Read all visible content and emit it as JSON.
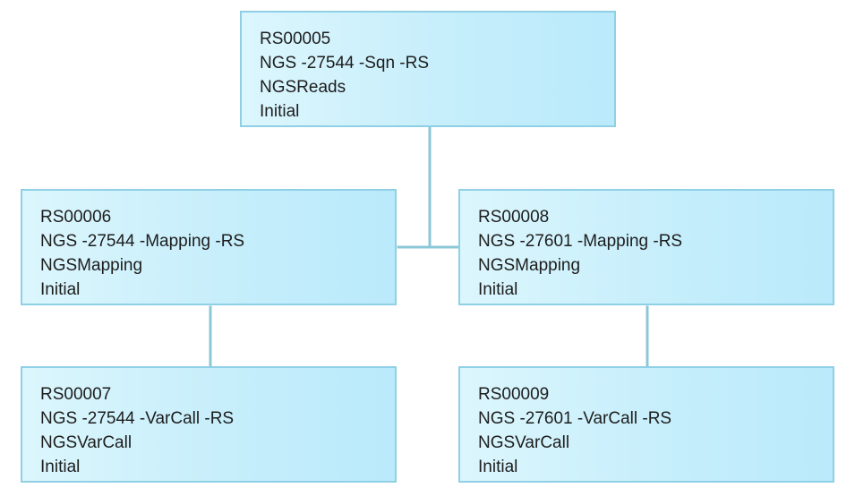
{
  "nodes": {
    "rs00005": {
      "id": "RS00005",
      "name": "NGS -27544 -Sqn -RS",
      "type": "NGSReads",
      "status": "Initial"
    },
    "rs00006": {
      "id": "RS00006",
      "name": "NGS -27544 -Mapping  -RS",
      "type": "NGSMapping",
      "status": "Initial"
    },
    "rs00008": {
      "id": "RS00008",
      "name": "NGS -27601 -Mapping  -RS",
      "type": "NGSMapping",
      "status": "Initial"
    },
    "rs00007": {
      "id": "RS00007",
      "name": "NGS -27544 -VarCall -RS",
      "type": "NGSVarCall",
      "status": "Initial"
    },
    "rs00009": {
      "id": "RS00009",
      "name": "NGS -27601 -VarCall -RS",
      "type": "NGSVarCall",
      "status": "Initial"
    }
  },
  "edges": [
    {
      "from": "RS00005",
      "to": "RS00006"
    },
    {
      "from": "RS00005",
      "to": "RS00008"
    },
    {
      "from": "RS00006",
      "to": "RS00007"
    },
    {
      "from": "RS00008",
      "to": "RS00009"
    }
  ],
  "colors": {
    "box_fill": "#c6eefb",
    "box_border": "#8fd0e6",
    "connector": "#8cc7d7",
    "text": "#1d1d1d"
  }
}
